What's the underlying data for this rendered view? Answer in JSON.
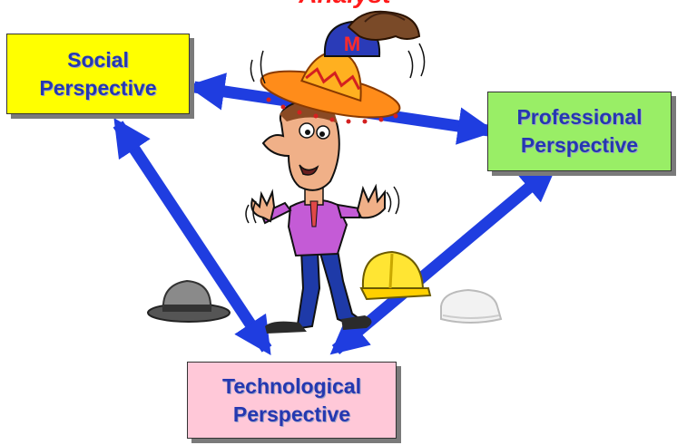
{
  "title_fragment": "Analyst",
  "colors": {
    "arrow": "#1f3de0",
    "social_box": "#ffff00",
    "professional_box": "#99ee66",
    "technological_box": "#ffc8d8",
    "label_text": "#2538b0",
    "title": "#ff1a1a"
  },
  "boxes": {
    "social": {
      "line1": "Social",
      "line2": "Perspective"
    },
    "professional": {
      "line1": "Professional",
      "line2": "Perspective"
    },
    "technological": {
      "line1": "Technological",
      "line2": "Perspective"
    }
  },
  "illustration": {
    "figure": "cartoon-analyst-wearing-stacked-hats",
    "hats": [
      "sombrero",
      "red-blue-baseball-cap",
      "cowboy-hat",
      "gray-fedora",
      "yellow-hard-hat",
      "white-sailor-cap"
    ]
  }
}
